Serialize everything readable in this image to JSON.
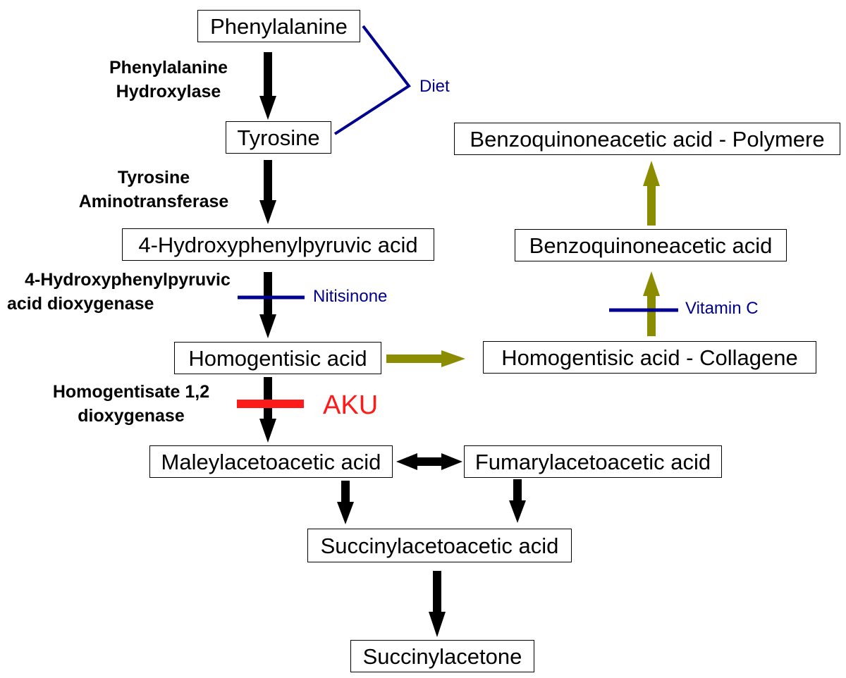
{
  "nodes": {
    "phenylalanine": "Phenylalanine",
    "tyrosine": "Tyrosine",
    "hppa": "4-Hydroxyphenylpyruvic acid",
    "homogentisic": "Homogentisic acid",
    "maleylacetoacetic": "Maleylacetoacetic acid",
    "fumarylacetoacetic": "Fumarylacetoacetic acid",
    "succinylacetoacetic": "Succinylacetoacetic acid",
    "succinylacetone": "Succinylacetone",
    "hga_collagene": "Homogentisic acid - Collagene",
    "benzoquinoneacetic": "Benzoquinoneacetic acid",
    "bqa_polymere": "Benzoquinoneacetic acid - Polymere"
  },
  "enzymes": {
    "pah": [
      "Phenylalanine",
      "Hydroxylase"
    ],
    "tat": [
      "Tyrosine",
      "Aminotransferase"
    ],
    "hppd": [
      "4-Hydroxyphenylpyruvic",
      "acid dioxygenase"
    ],
    "hgd": [
      "Homogentisate 1,2",
      "dioxygenase"
    ]
  },
  "annotations": {
    "diet": "Diet",
    "nitisinone": "Nitisinone",
    "aku": "AKU",
    "vitamin_c": "Vitamin C"
  },
  "colors": {
    "main_arrow": "#000000",
    "side_arrow": "#8c8c00",
    "inhibitor": "#00008f",
    "defect": "#ff1a1a"
  }
}
